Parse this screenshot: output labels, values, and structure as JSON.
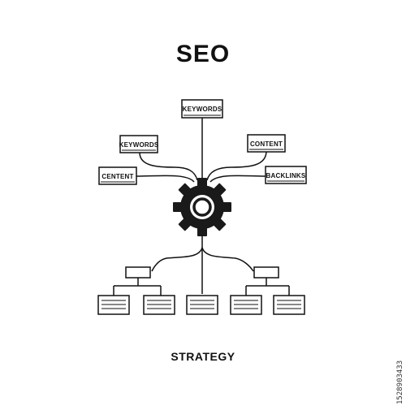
{
  "title": "SEO",
  "subtitle": "STRATEGY",
  "side_id": "1528903433",
  "icons": {
    "center": "gear-icon",
    "bottom": "sitemap-icon"
  },
  "nodes": [
    {
      "id": "keywords-top",
      "label": "KEYWORDS"
    },
    {
      "id": "keywords-left",
      "label": "KEYWORDS"
    },
    {
      "id": "content-right",
      "label": "CONTENT"
    },
    {
      "id": "content-left",
      "label": "CENTENT"
    },
    {
      "id": "backlinks-right",
      "label": "BACKLINKS"
    }
  ]
}
